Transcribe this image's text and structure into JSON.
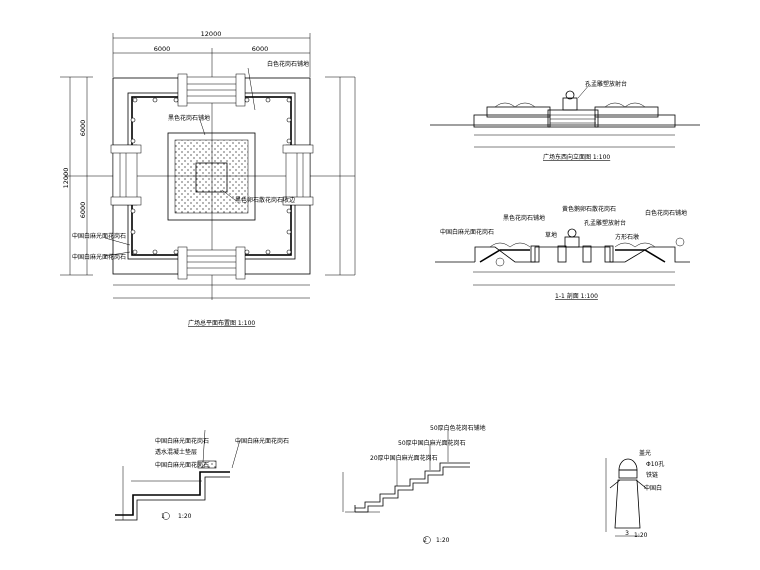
{
  "plan": {
    "dims": {
      "total_h": "12000",
      "half_left": "6000",
      "half_right": "6000",
      "total_v": "12000",
      "half_top": "6000",
      "half_bottom": "6000"
    },
    "labels": [
      "白色花岗石铺地",
      "黑色花岗石铺地",
      "黑色卵石散花岗石收边",
      "中国白麻光面花岗石",
      "中国白麻光面花岗石"
    ],
    "title": "广场总平面布置图 1:100"
  },
  "elevation": {
    "labels": [
      "孔孟雕塑放射台"
    ],
    "title": "广场东西向立面图 1:100"
  },
  "section": {
    "labels": [
      "中国白麻光面花岗石",
      "黑色花岗石铺地",
      "草地",
      "孔孟雕塑放射台",
      "黄色鹅卵石散花岗石",
      "白色花岗石铺地",
      "方形石墩"
    ],
    "title": "1-1 剖面 1:100"
  },
  "details": [
    {
      "id": "1",
      "scale": "1:20",
      "labels": [
        "中国白麻光面花岗石",
        "透水混凝土垫层",
        "中国白麻光面花岗石",
        "中国白麻光面花岗石"
      ]
    },
    {
      "id": "2",
      "scale": "1:20",
      "labels": [
        "50厚白色花岗石铺地",
        "50厚中国白麻光面花岗石",
        "20厚中国白麻光面花岗石"
      ]
    },
    {
      "id": "3",
      "scale": "1:20",
      "labels": [
        "盖光",
        "Φ10孔",
        "铁链",
        "中国白"
      ]
    }
  ]
}
